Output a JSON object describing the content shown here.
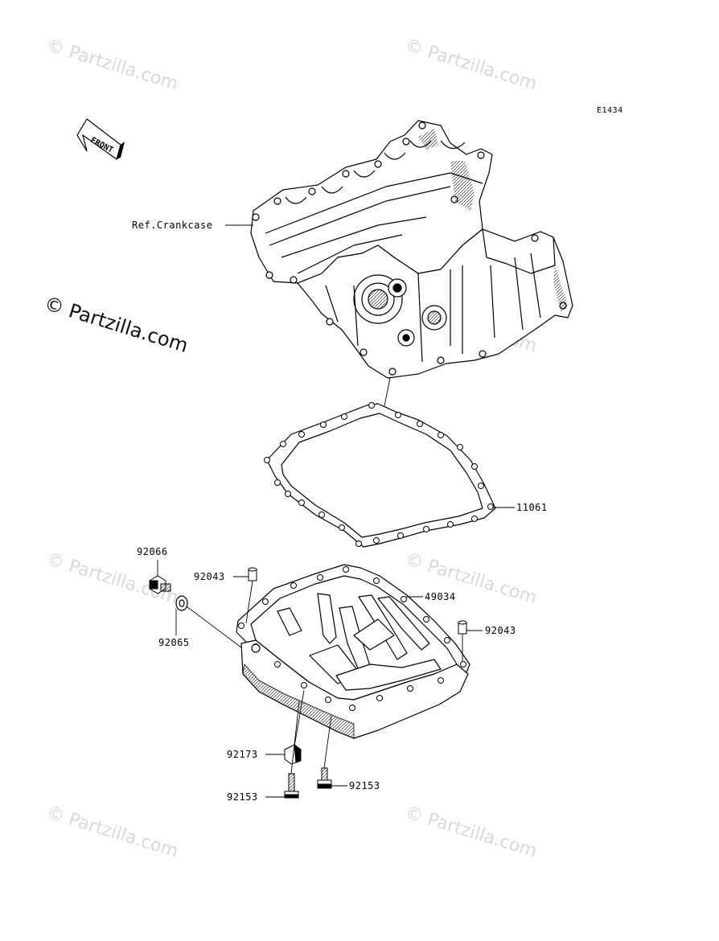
{
  "diagram": {
    "code": "E1434",
    "front_label": "FRONT",
    "ref_label": "Ref.Crankcase"
  },
  "watermark": {
    "text": "© Partzilla.com",
    "feature_text": "© Partzilla.com"
  },
  "parts": [
    {
      "number": "11061",
      "name": "gasket"
    },
    {
      "number": "49034",
      "name": "oil-pan"
    },
    {
      "number": "92066",
      "name": "drain-plug"
    },
    {
      "number": "92065",
      "name": "washer"
    },
    {
      "number": "92043",
      "name": "dowel-pin-left"
    },
    {
      "number": "92043",
      "name": "dowel-pin-right"
    },
    {
      "number": "92173",
      "name": "clamp"
    },
    {
      "number": "92153",
      "name": "bolt-left"
    },
    {
      "number": "92153",
      "name": "bolt-right"
    }
  ]
}
